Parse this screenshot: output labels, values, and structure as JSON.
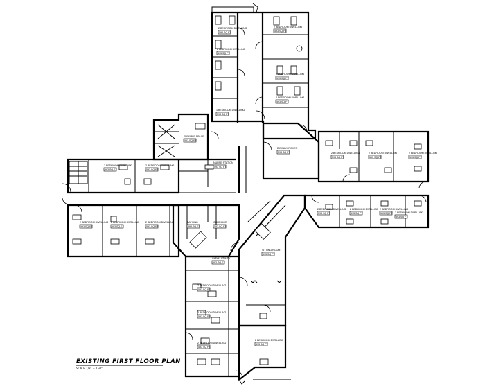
{
  "drawing": {
    "title": "EXISTING FIRST FLOOR PLAN",
    "scale": "SCALE 1/8\" = 1'-0\""
  },
  "rooms": [
    {
      "id": "n1",
      "label": "2 BEDROOM DWELLING",
      "area": "593 SQ FT"
    },
    {
      "id": "n2",
      "label": "2 BEDROOM DWELLING",
      "area": "593 SQ FT"
    },
    {
      "id": "n3",
      "label": "2 BEDROOM DWELLING",
      "area": "593 SQ FT"
    },
    {
      "id": "n4",
      "label": "2 BEDROOM DWELLING",
      "area": "593 SQ FT"
    },
    {
      "id": "n5",
      "label": "2 BEDROOM DWELLING",
      "area": "593 SQ FT"
    },
    {
      "id": "n6",
      "label": "1 BEDROOM DWELLING",
      "area": "593 SQ FT"
    },
    {
      "id": "fp",
      "label": "FLEXIBLE SPACE",
      "area": "593 SQ FT"
    },
    {
      "id": "dr",
      "label": "DINING/KITCHEN",
      "area": "593 SQ FT"
    },
    {
      "id": "w1",
      "label": "2 BEDROOM DWELLING",
      "area": "593 SQ FT"
    },
    {
      "id": "w2",
      "label": "2 BEDROOM DWELLING",
      "area": "593 SQ FT"
    },
    {
      "id": "w3",
      "label": "2 BEDROOM DWELLING",
      "area": "593 SQ FT"
    },
    {
      "id": "w4",
      "label": "2 BEDROOM DWELLING",
      "area": "593 SQ FT"
    },
    {
      "id": "w5",
      "label": "2 BEDROOM DWELLING",
      "area": "593 SQ FT"
    },
    {
      "id": "e1",
      "label": "2 BEDROOM DWELLING",
      "area": "593 SQ FT"
    },
    {
      "id": "e2",
      "label": "2 BEDROOM DWELLING",
      "area": "593 SQ FT"
    },
    {
      "id": "e3",
      "label": "2 BEDROOM DWELLING",
      "area": "593 SQ FT"
    },
    {
      "id": "e4",
      "label": "2 BEDROOM DWELLING",
      "area": "593 SQ FT"
    },
    {
      "id": "e5",
      "label": "2 BEDROOM DWELLING",
      "area": "593 SQ FT"
    },
    {
      "id": "e6",
      "label": "2 BEDROOM DWELLING",
      "area": "593 SQ FT"
    },
    {
      "id": "e7",
      "label": "2 BEDROOM DWELLING",
      "area": "593 SQ FT"
    },
    {
      "id": "s1",
      "label": "2 BEDROOM DWELLING",
      "area": "593 SQ FT"
    },
    {
      "id": "s2",
      "label": "2 BEDROOM DWELLING",
      "area": "593 SQ FT"
    },
    {
      "id": "s3",
      "label": "2 BEDROOM DWELLING",
      "area": "593 SQ FT"
    },
    {
      "id": "sc",
      "label": "SITTING ROOM",
      "area": "593 SQ FT"
    },
    {
      "id": "se",
      "label": "2 BEDROOM DWELLING",
      "area": "593 SQ FT"
    },
    {
      "id": "cl",
      "label": "CLEAN UTILITY",
      "area": "593 SQ FT"
    },
    {
      "id": "bt",
      "label": "BATHING",
      "area": "593 SQ FT"
    },
    {
      "id": "ct",
      "label": "CORRIDOR",
      "area": "593 SQ FT"
    },
    {
      "id": "ns",
      "label": "NURSE STATION",
      "area": "593 SQ FT"
    }
  ]
}
